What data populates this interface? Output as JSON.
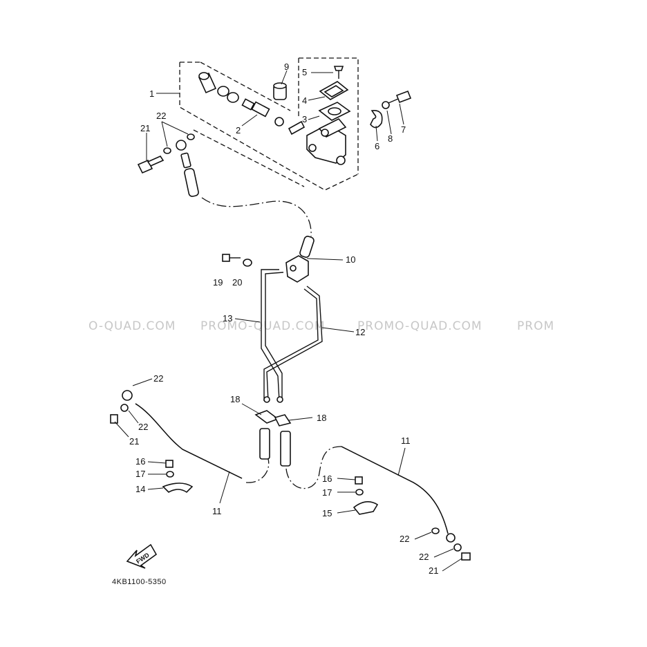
{
  "diagram": {
    "part_number": "4KB1100-5350",
    "fwd_arrow_label": "FWD",
    "watermarks": [
      "O-QUAD.COM",
      "PROMO-QUAD.COM",
      "PROMO-QUAD.COM",
      "PROM"
    ],
    "callouts": [
      "1",
      "2",
      "3",
      "4",
      "5",
      "6",
      "7",
      "8",
      "9",
      "10",
      "11",
      "11",
      "12",
      "13",
      "14",
      "15",
      "16",
      "16",
      "17",
      "17",
      "18",
      "18",
      "19",
      "20",
      "21",
      "21",
      "21",
      "22",
      "22",
      "22",
      "22",
      "22",
      "22"
    ]
  }
}
